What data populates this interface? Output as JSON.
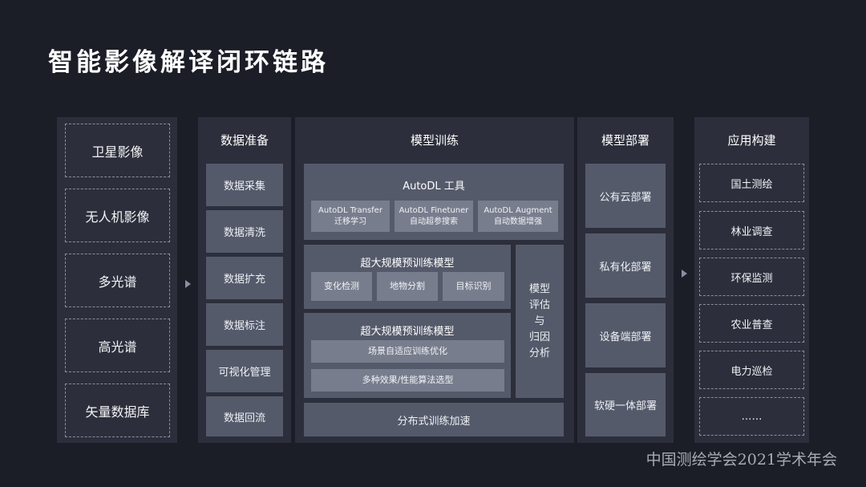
{
  "title": "智能影像解译闭环链路",
  "sources": {
    "items": [
      "卫星影像",
      "无人机影像",
      "多光谱",
      "高光谱",
      "矢量数据库"
    ]
  },
  "data_prep": {
    "header": "数据准备",
    "items": [
      "数据采集",
      "数据清洗",
      "数据扩充",
      "数据标注",
      "可视化管理",
      "数据回流"
    ]
  },
  "training": {
    "header": "模型训练",
    "autodl": {
      "title": "AutoDL 工具",
      "tools": [
        {
          "name": "AutoDL Transfer",
          "desc": "迁移学习"
        },
        {
          "name": "AutoDL Finetuner",
          "desc": "自动超参搜索"
        },
        {
          "name": "AutoDL Augment",
          "desc": "自动数据增强"
        }
      ]
    },
    "pretrain1": {
      "title": "超大规模预训练模型",
      "items": [
        "变化检测",
        "地物分割",
        "目标识别"
      ]
    },
    "pretrain2": {
      "title": "超大规模预训练模型",
      "items": [
        "场景自适应训练优化",
        "多种效果/性能算法选型"
      ]
    },
    "eval": [
      "模型",
      "评估",
      "与",
      "归因",
      "分析"
    ],
    "distributed": "分布式训练加速"
  },
  "deploy": {
    "header": "模型部署",
    "items": [
      "公有云部署",
      "私有化部署",
      "设备端部署",
      "软硬一体部署"
    ]
  },
  "apps": {
    "header": "应用构建",
    "items": [
      "国土测绘",
      "林业调查",
      "环保监测",
      "农业普查",
      "电力巡检",
      "……"
    ]
  },
  "watermark": "中国测绘学会2021学术年会"
}
